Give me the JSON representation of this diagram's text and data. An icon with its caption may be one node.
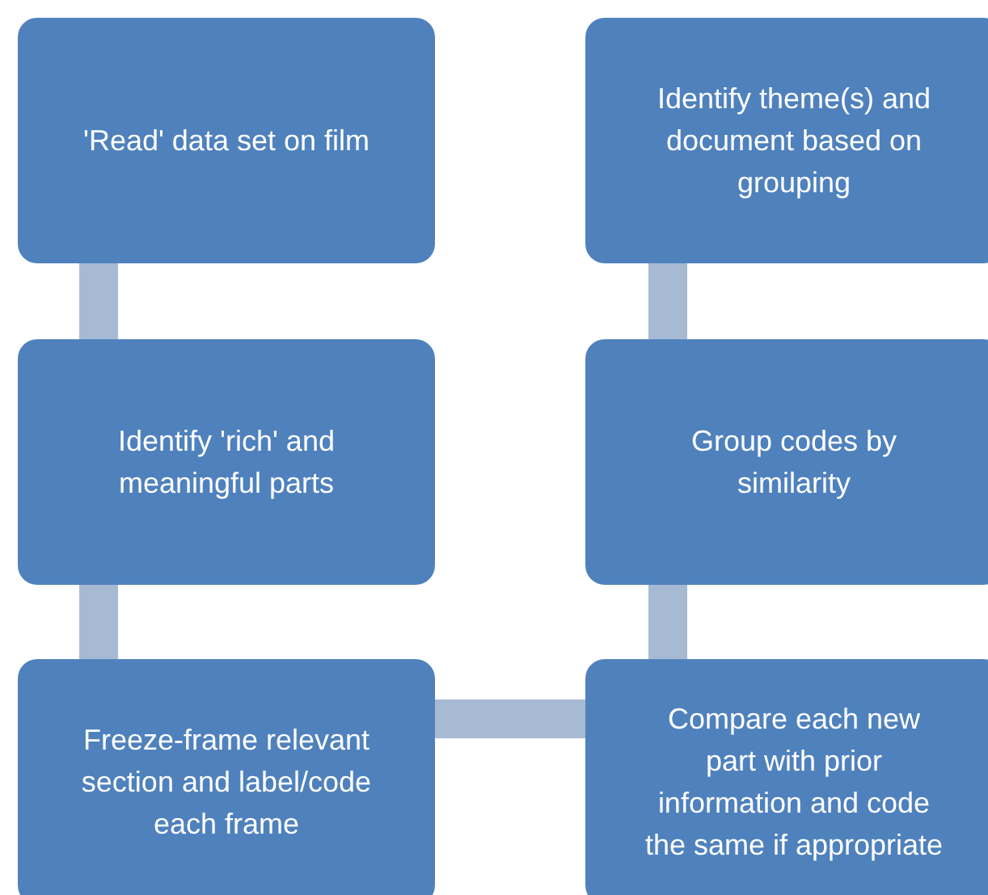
{
  "diagram": {
    "nodes": [
      {
        "text": [
          "'Read' data set on film"
        ]
      },
      {
        "text": [
          "Identify 'rich' and meaningful parts"
        ]
      },
      {
        "text": [
          "Freeze-frame relevant section and label/code each frame"
        ]
      },
      {
        "text": [
          "Compare each new part with prior information and code the same if appropriate"
        ]
      },
      {
        "text": [
          "Group codes by similarity"
        ]
      },
      {
        "text": [
          "Identify theme(s) and document based on grouping"
        ]
      }
    ],
    "edges": [
      {
        "from": 0,
        "to": 1,
        "arrow": "none"
      },
      {
        "from": 1,
        "to": 2,
        "arrow": "none"
      },
      {
        "from": 2,
        "to": 3,
        "arrow": "none"
      },
      {
        "from": 3,
        "to": 4,
        "arrow": "none"
      },
      {
        "from": 4,
        "to": 5,
        "arrow": "none"
      }
    ]
  }
}
